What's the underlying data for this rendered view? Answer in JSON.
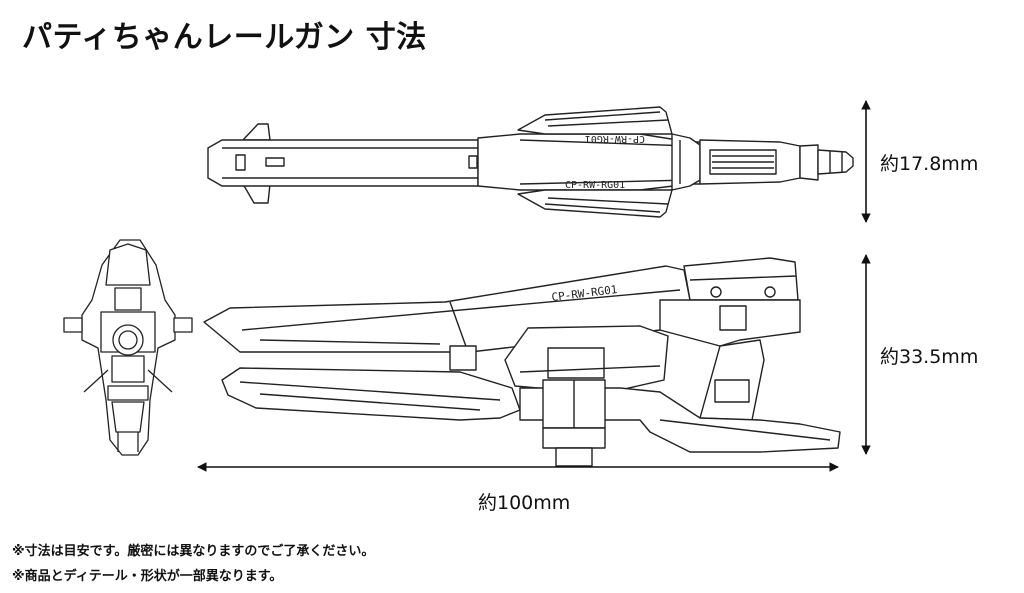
{
  "title": "パティちゃんレールガン 寸法",
  "dimensions": {
    "width": "約17.8mm",
    "height": "約33.5mm",
    "length": "約100mm"
  },
  "markings": {
    "top_view_upper": "CP-RW-RG01",
    "top_view_lower": "CP-RW-RG01",
    "side_view": "CP-RW-RG01"
  },
  "notes": [
    "※寸法は目安です。厳密には異なりますのでご了承ください。",
    "※商品とディテール・形状が一部異なります。"
  ]
}
